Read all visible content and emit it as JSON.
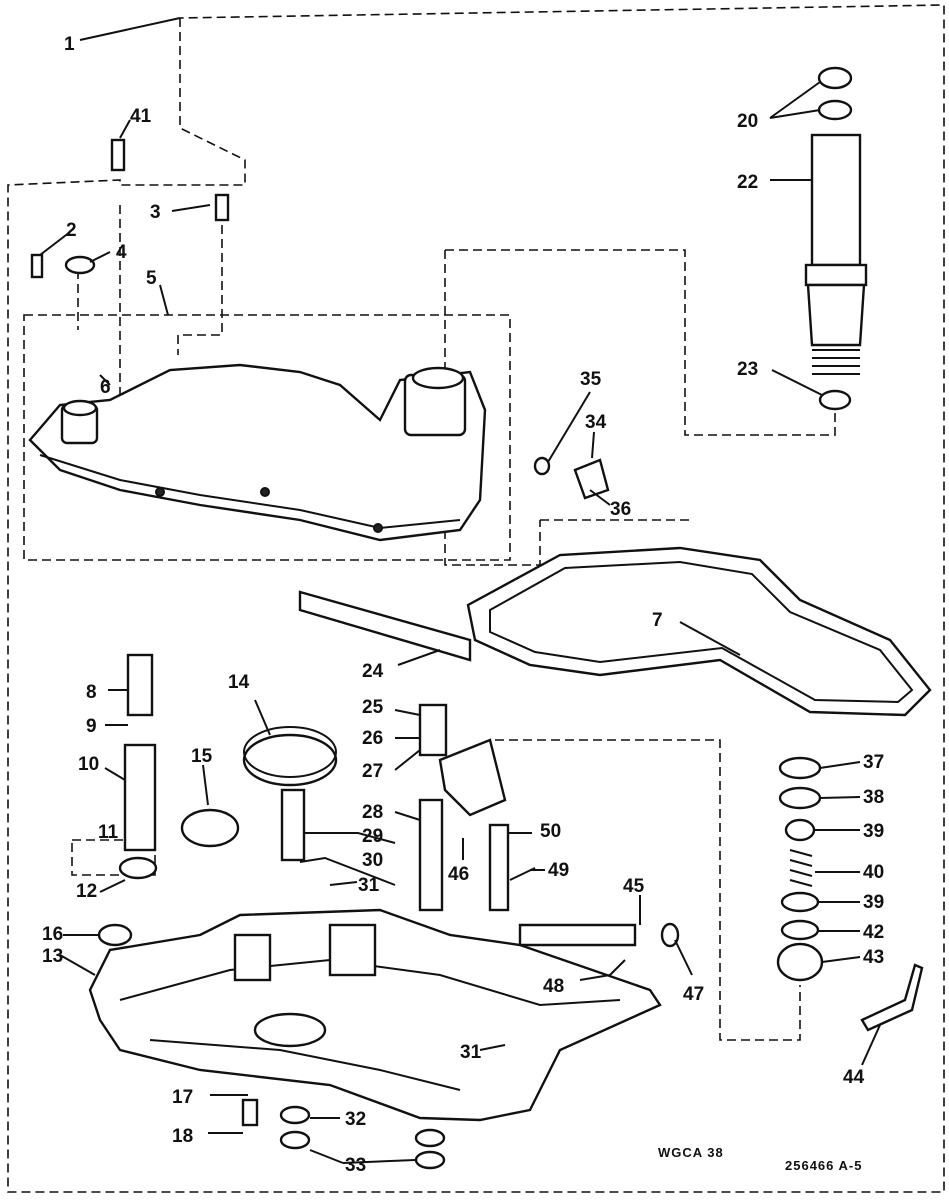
{
  "labels": [
    "1",
    "41",
    "2",
    "3",
    "4",
    "5",
    "6",
    "20",
    "22",
    "23",
    "35",
    "34",
    "36",
    "7",
    "24",
    "8",
    "9",
    "10",
    "11",
    "12",
    "14",
    "15",
    "25",
    "26",
    "27",
    "28",
    "29",
    "30",
    "31",
    "46",
    "50",
    "49",
    "16",
    "13",
    "45",
    "48",
    "47",
    "17",
    "18",
    "32",
    "33",
    "31",
    "37",
    "38",
    "39",
    "40",
    "39",
    "42",
    "43",
    "44"
  ],
  "footer": {
    "left_code": "WGCA 38",
    "right_code": "256466 A-5"
  },
  "colors": {
    "ink": "#111111",
    "paper": "#ffffff"
  }
}
